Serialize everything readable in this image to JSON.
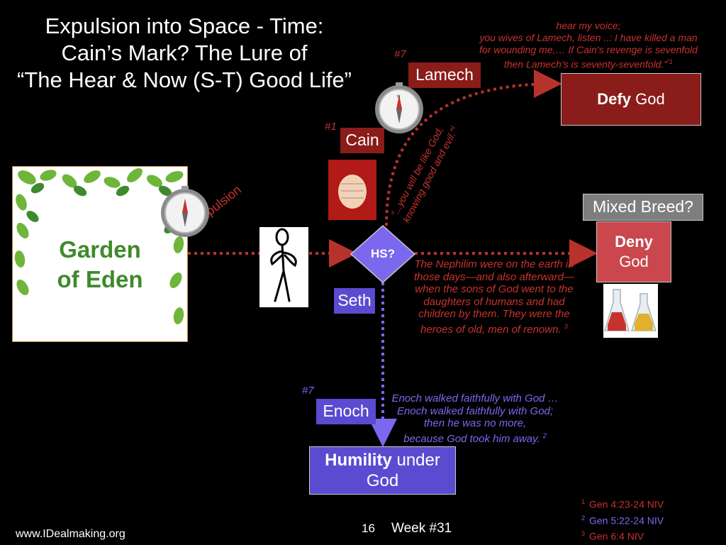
{
  "title": {
    "line1": "Expulsion into Space - Time:",
    "line2": "Cain’s Mark?  The Lure of",
    "line3": "“The Hear & Now (S-T) Good Life”"
  },
  "lamech_quote": {
    "line1": "hear my voice;",
    "line2": "you wives of Lamech, listen ..:  I have killed a man",
    "line3": "for wounding me,… If Cain’s revenge is sevenfold",
    "line4": "then Lamech’s is seventy-sevenfold.”",
    "line4_mark": "”1"
  },
  "nodes": {
    "lamech": {
      "num": "#7",
      "label": "Lamech"
    },
    "cain": {
      "num": "#1",
      "label": "Cain"
    },
    "defy": {
      "bold": "Defy",
      "rest": " God"
    },
    "mixed": {
      "label": "Mixed Breed?"
    },
    "deny": {
      "bold": "Deny",
      "rest": "God"
    },
    "hs": {
      "label": "HS?"
    },
    "seth": {
      "label": "Seth"
    },
    "enoch": {
      "num": "#7",
      "label": "Enoch"
    },
    "humility": {
      "bold": "Humility",
      "rest": " under",
      "line2": "God"
    },
    "garden": {
      "line1": "Garden",
      "line2": "of Eden"
    }
  },
  "arrow_labels": {
    "expulsion": "Expulsion",
    "serpent_line1": "“...you will  be like God,",
    "serpent_line2": "knowing good and evil.”",
    "serpent_mark": "1"
  },
  "nephilim_note": {
    "lines": [
      "The Nephilim were on the earth in",
      "those days—and also afterward—",
      "when the sons of God went to the",
      "daughters of humans and had",
      "children by them. They were the",
      "heroes of old, men of renown."
    ],
    "mark": "3"
  },
  "enoch_note": {
    "lines": [
      "Enoch walked faithfully with God …",
      "Enoch walked faithfully with God;",
      "then he was no more,",
      "because God took him away."
    ],
    "mark": "2"
  },
  "footnotes": [
    {
      "num": "1",
      "text": "Gen 4:23-24 NIV",
      "color": "#c8322d"
    },
    {
      "num": "2",
      "text": "Gen 5:22-24 NIV",
      "color": "#7b68ee"
    },
    {
      "num": "3",
      "text": "Gen 6:4 NIV",
      "color": "#c8322d"
    }
  ],
  "footer": {
    "url": "www.IDealmaking.org",
    "page": "16",
    "week": "Week #31"
  },
  "colors": {
    "red": "#c8322d",
    "dark_red": "#8a1c1a",
    "purple": "#5a4bd0",
    "light_purple": "#7b68ee",
    "green": "#3f8a2c"
  },
  "icons": [
    "compass-icon",
    "fist-icon",
    "stick-figure-icon",
    "flask-icon",
    "leaves-icon"
  ]
}
